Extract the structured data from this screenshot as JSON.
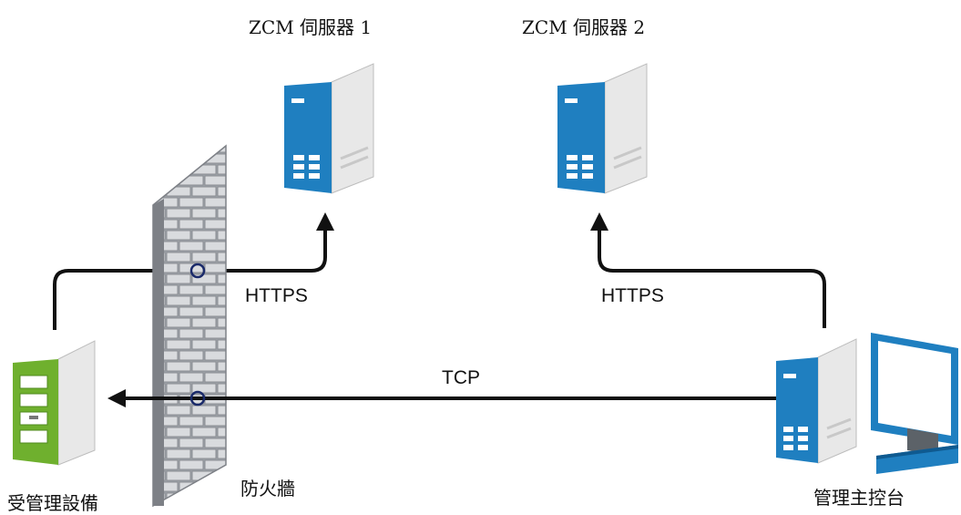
{
  "labels": {
    "server1": "ZCM 伺服器 1",
    "server2": "ZCM 伺服器 2",
    "managed_device": "受管理設備",
    "firewall": "防火牆",
    "console": "管理主控台",
    "https_left": "HTTPS",
    "https_right": "HTTPS",
    "tcp": "TCP"
  },
  "colors": {
    "server_blue": "#1f7fc0",
    "device_green": "#6fb02e",
    "server_side": "#e4e4e4",
    "firewall_gray": "#9a9da3",
    "line": "#111111"
  }
}
